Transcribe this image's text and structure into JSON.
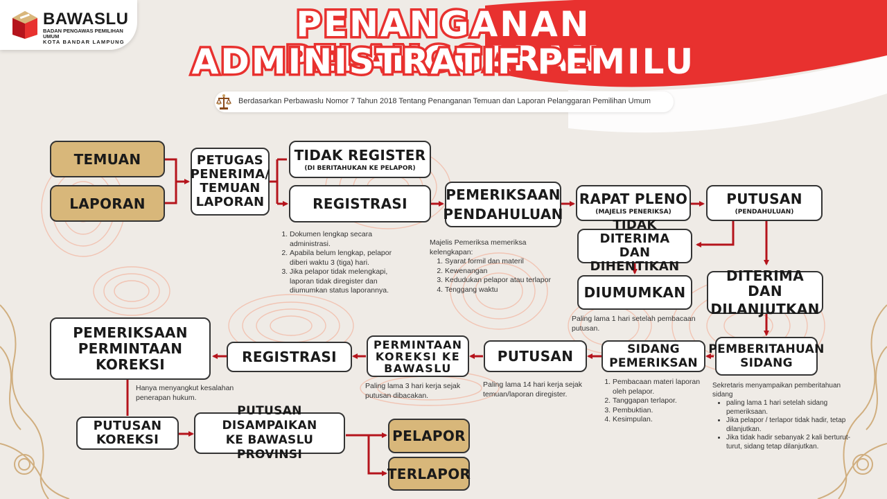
{
  "header": {
    "logo_name": "BAWASLU",
    "logo_sub1": "BADAN PENGAWAS PEMILIHAN UMUM",
    "logo_sub2": "KOTA BANDAR LAMPUNG",
    "title_line1": "PENANGANAN PELANGGARAN",
    "title_line2": "ADMINISTRATIF PEMILU",
    "source": "Berdasarkan Perbawaslu Nomor 7 Tahun 2018 Tentang Penanganan Temuan dan Laporan Pelanggaran Pemilihan Umum",
    "source_icon": "scales-of-justice-icon"
  },
  "colors": {
    "accent_red": "#e8312f",
    "arrow": "#b5141c",
    "tan": "#d8b77a",
    "background": "#efebe6"
  },
  "nodes": {
    "temuan": "TEMUAN",
    "laporan": "LAPORAN",
    "petugas": [
      "PETUGAS",
      "PENERIMA/",
      "TEMUAN",
      "LAPORAN"
    ],
    "tidak_register": "TIDAK REGISTER",
    "tidak_register_sub": "(DI BERITAHUKAN KE PELAPOR)",
    "registrasi": "REGISTRASI",
    "pemeriksaan_pendahuluan": [
      "PEMERIKSAAN",
      "PENDAHULUAN"
    ],
    "rapat_pleno": "RAPAT PLENO",
    "rapat_pleno_sub": "(MAJELIS PENERIKSA)",
    "putusan": "PUTUSAN",
    "putusan_sub": "(PENDAHULUAN)",
    "tidak_diterima": [
      "TIDAK DITERIMA",
      "DAN DIHENTIKAN"
    ],
    "diumumkan": "DIUMUMKAN",
    "diterima": [
      "DITERIMA DAN",
      "DILANJUTKAN"
    ],
    "pemberitahuan": [
      "PEMBERITAHUAN",
      "SIDANG"
    ],
    "sidang": [
      "SIDANG",
      "PEMERIKSAN"
    ],
    "putusan2": "PUTUSAN",
    "permintaan": [
      "PERMINTAAN",
      "KOREKSI KE",
      "BAWASLU"
    ],
    "registrasi2": "REGISTRASI",
    "pemeriksaan_koreksi": [
      "PEMERIKSAAN",
      "PERMINTAAN",
      "KOREKSI"
    ],
    "putusan_koreksi": [
      "PUTUSAN",
      "KOREKSI"
    ],
    "disampaikan": [
      "PUTUSAN DISAMPAIKAN",
      "KE BAWASLU PROVINSI"
    ],
    "pelapor": "PELAPOR",
    "terlapor": "TERLAPOR"
  },
  "notes": {
    "registrasi": [
      "Dokumen lengkap secara administrasi.",
      "Apabila belum lengkap, pelapor diberi waktu 3 (tiga) hari.",
      "Jika pelapor tidak melengkapi, laporan tidak diregister dan diumumkan status laporannya."
    ],
    "pendahuluan_intro": "Majelis Pemeriksa memeriksa kelengkapan:",
    "pendahuluan": [
      "Syarat formil dan materil",
      "Kewenangan",
      "Kedudukan pelapor atau terlapor",
      "Tenggang waktu"
    ],
    "diterima": "Paling lama 1 hari setelah pembacaan putusan.",
    "pemberitahuan_intro": "Sekretaris menyampaikan pemberitahuan sidang",
    "pemberitahuan": [
      "paling lama 1 hari setelah sidang pemeriksaan.",
      "Jika pelapor / terlapor tidak hadir, tetap dilanjutkan.",
      "Jika tidak hadir sebanyak 2 kali berturut-turut, sidang tetap dilanjutkan."
    ],
    "sidang": [
      "Pembacaan materi laporan oleh pelapor.",
      "Tanggapan terlapor.",
      "Pembuktian.",
      "Kesimpulan."
    ],
    "putusan2": "Paling lama 14 hari kerja sejak temuan/laporan diregister.",
    "permintaan": "Paling lama 3 hari kerja sejak putusan dibacakan.",
    "koreksi": "Hanya menyangkut kesalahan penerapan hukum."
  }
}
